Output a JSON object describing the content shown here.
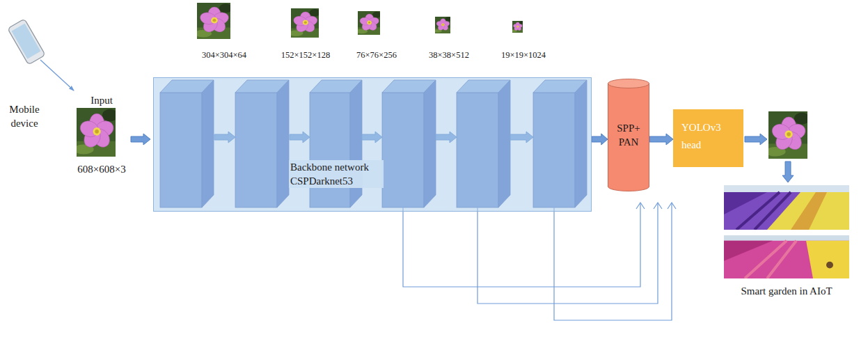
{
  "diagram": {
    "nodes": [
      {
        "text": [
          "Backbone network CSPDarknet53"
        ]
      },
      {
        "text": [
          "SPP+ PAN"
        ]
      },
      {
        "text": [
          "YOLOv3 head"
        ]
      }
    ],
    "edges": [
      {
        "from": 0,
        "to": 1,
        "arrow": "to"
      },
      {
        "from": 1,
        "to": 2,
        "arrow": "to"
      }
    ],
    "labels": [
      "Mobile device",
      "Input",
      "608×608×3",
      "304×304×64",
      "152×152×128",
      "76×76×256",
      "38×38×512",
      "19×19×1024",
      "Smart garden in AIoT"
    ]
  }
}
